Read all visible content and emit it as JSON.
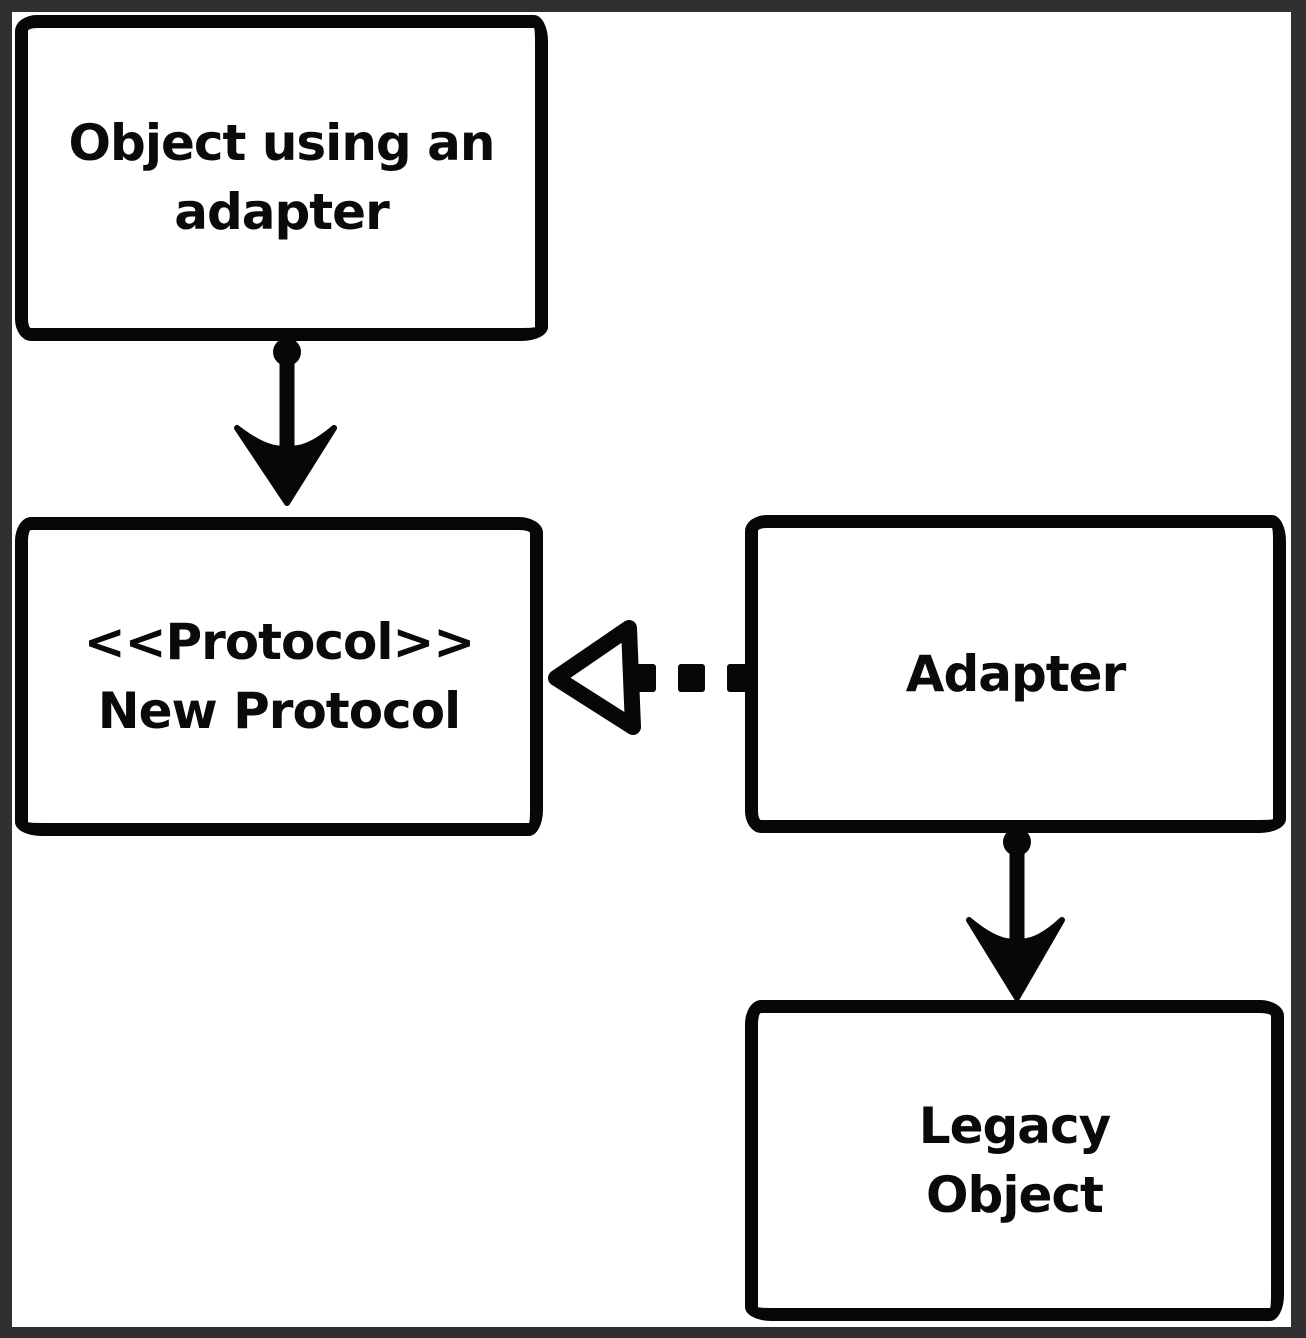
{
  "colors": {
    "frame": "#303030",
    "canvas": "#ffffff",
    "ink": "#070707"
  },
  "diagram": {
    "nodes": {
      "client": {
        "line1": "Object using an",
        "line2": "adapter"
      },
      "protocol": {
        "line1": "<<Protocol>>",
        "line2": "New Protocol"
      },
      "adapter": {
        "label": "Adapter"
      },
      "legacy": {
        "line1": "Legacy",
        "line2": "Object"
      }
    },
    "edges": [
      {
        "from": "Object using an adapter",
        "to": "New Protocol",
        "line": "solid",
        "arrowhead": "filled",
        "direction": "down"
      },
      {
        "from": "Adapter",
        "to": "New Protocol",
        "line": "dashed",
        "arrowhead": "open",
        "direction": "left"
      },
      {
        "from": "Adapter",
        "to": "Legacy Object",
        "line": "solid",
        "arrowhead": "filled",
        "direction": "down"
      }
    ]
  }
}
